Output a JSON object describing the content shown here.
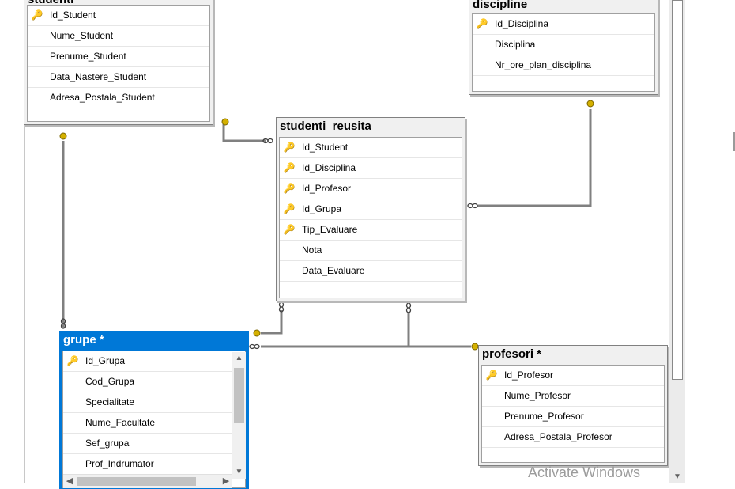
{
  "tables": {
    "studenti": {
      "title": "studenti",
      "columns": [
        {
          "name": "Id_Student",
          "key": true
        },
        {
          "name": "Nume_Student",
          "key": false
        },
        {
          "name": "Prenume_Student",
          "key": false
        },
        {
          "name": "Data_Nastere_Student",
          "key": false
        },
        {
          "name": "Adresa_Postala_Student",
          "key": false
        }
      ]
    },
    "discipline": {
      "title": "discipline",
      "columns": [
        {
          "name": "Id_Disciplina",
          "key": true
        },
        {
          "name": "Disciplina",
          "key": false
        },
        {
          "name": "Nr_ore_plan_disciplina",
          "key": false
        }
      ]
    },
    "studenti_reusita": {
      "title": "studenti_reusita",
      "columns": [
        {
          "name": "Id_Student",
          "key": true
        },
        {
          "name": "Id_Disciplina",
          "key": true
        },
        {
          "name": "Id_Profesor",
          "key": true
        },
        {
          "name": "Id_Grupa",
          "key": true
        },
        {
          "name": "Tip_Evaluare",
          "key": true
        },
        {
          "name": "Nota",
          "key": false
        },
        {
          "name": "Data_Evaluare",
          "key": false
        }
      ]
    },
    "grupe": {
      "title": "grupe *",
      "columns": [
        {
          "name": "Id_Grupa",
          "key": true
        },
        {
          "name": "Cod_Grupa",
          "key": false
        },
        {
          "name": "Specialitate",
          "key": false
        },
        {
          "name": "Nume_Facultate",
          "key": false
        },
        {
          "name": "Sef_grupa",
          "key": false
        },
        {
          "name": "Prof_Indrumator",
          "key": false
        }
      ]
    },
    "profesori": {
      "title": "profesori *",
      "columns": [
        {
          "name": "Id_Profesor",
          "key": true
        },
        {
          "name": "Nume_Profesor",
          "key": false
        },
        {
          "name": "Prenume_Profesor",
          "key": false
        },
        {
          "name": "Adresa_Postala_Profesor",
          "key": false
        }
      ]
    }
  },
  "icons": {
    "key": "🔑",
    "scroll_up": "▲",
    "scroll_down": "▼",
    "scroll_left": "◀",
    "scroll_right": "▶"
  },
  "watermark": "Activate Windows",
  "colors": {
    "selected": "#0078d7",
    "key": "#d4b000",
    "connector": "#808080"
  }
}
